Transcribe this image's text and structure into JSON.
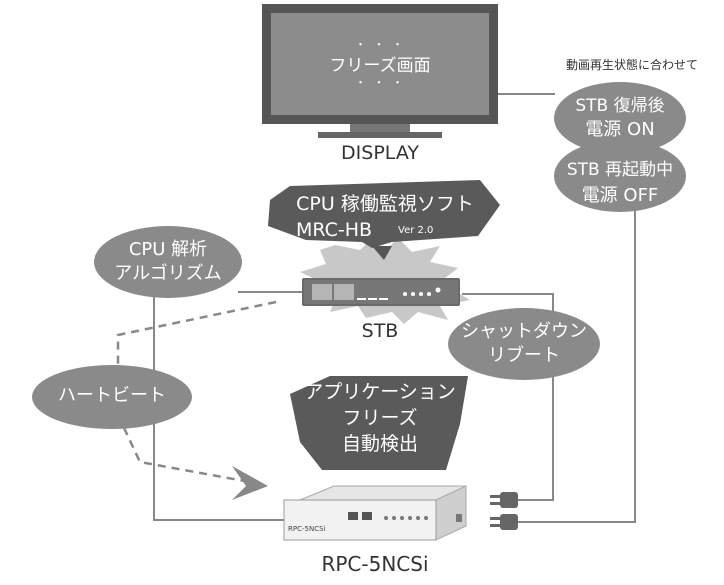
{
  "display": {
    "screen_text": "フリーズ画面",
    "dots": "・ ・ ・",
    "label": "DISPLAY"
  },
  "power_note": "動画再生状態に合わせて",
  "stb_recover": {
    "line1": "STB 復帰後",
    "line2": "電源 ON"
  },
  "stb_restart": {
    "line1": "STB 再起動中",
    "line2": "電源 OFF"
  },
  "software": {
    "line1": "CPU 稼働監視ソフト",
    "line2": "MRC-HB",
    "version": "Ver 2.0"
  },
  "cpu_algo": {
    "line1": "CPU 解析",
    "line2": "アルゴリズム"
  },
  "stb": {
    "label": "STB"
  },
  "shutdown": {
    "line1": "シャットダウン",
    "line2": "リブート"
  },
  "heartbeat": {
    "label": "ハートビート"
  },
  "app_freeze": {
    "line1": "アプリケーション",
    "line2": "フリーズ",
    "line3": "自動検出"
  },
  "device": {
    "label": "RPC-5NCSi",
    "front_label": "RPC-5NCSi"
  },
  "colors": {
    "bubble": "#8a8a8a",
    "dark": "#5a5a5a",
    "line": "#888888",
    "device_body": "#f2f2f2"
  }
}
